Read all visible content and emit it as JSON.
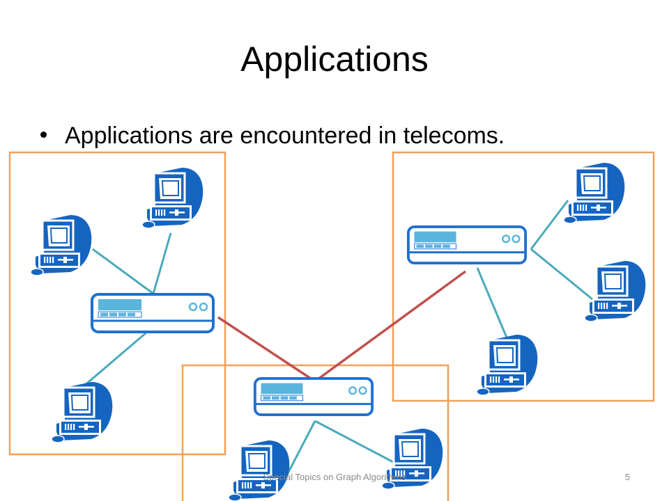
{
  "slide": {
    "title": "Applications",
    "bullets": [
      "Applications are encountered in telecoms."
    ],
    "footer": "Special Topics on Graph Algorithms",
    "page_number": "5"
  },
  "diagram": {
    "nodes": [
      {
        "id": "server-left",
        "kind": "server-icon"
      },
      {
        "id": "server-bottom",
        "kind": "server-icon"
      },
      {
        "id": "server-right",
        "kind": "server-icon"
      },
      {
        "id": "pc-left-1",
        "kind": "computer-icon"
      },
      {
        "id": "pc-left-2",
        "kind": "computer-icon"
      },
      {
        "id": "pc-left-3",
        "kind": "computer-icon"
      },
      {
        "id": "pc-bottom-1",
        "kind": "computer-icon"
      },
      {
        "id": "pc-bottom-2",
        "kind": "computer-icon"
      },
      {
        "id": "pc-right-1",
        "kind": "computer-icon"
      },
      {
        "id": "pc-right-2",
        "kind": "computer-icon"
      },
      {
        "id": "pc-right-3",
        "kind": "computer-icon"
      }
    ],
    "local_links": [
      [
        "server-left",
        "pc-left-1"
      ],
      [
        "server-left",
        "pc-left-2"
      ],
      [
        "server-left",
        "pc-left-3"
      ],
      [
        "server-bottom",
        "pc-bottom-1"
      ],
      [
        "server-bottom",
        "pc-bottom-2"
      ],
      [
        "server-right",
        "pc-right-1"
      ],
      [
        "server-right",
        "pc-right-2"
      ],
      [
        "server-right",
        "pc-right-3"
      ]
    ],
    "backbone_links": [
      [
        "server-left",
        "server-bottom"
      ],
      [
        "server-bottom",
        "server-right"
      ]
    ],
    "colors": {
      "cluster_border": "#f0a05a",
      "local_link": "#4aaabb",
      "backbone_link": "#c0504d",
      "server_border": "#2070d0",
      "server_screen": "#5ab4dc",
      "computer_fill": "#1565c0"
    }
  }
}
